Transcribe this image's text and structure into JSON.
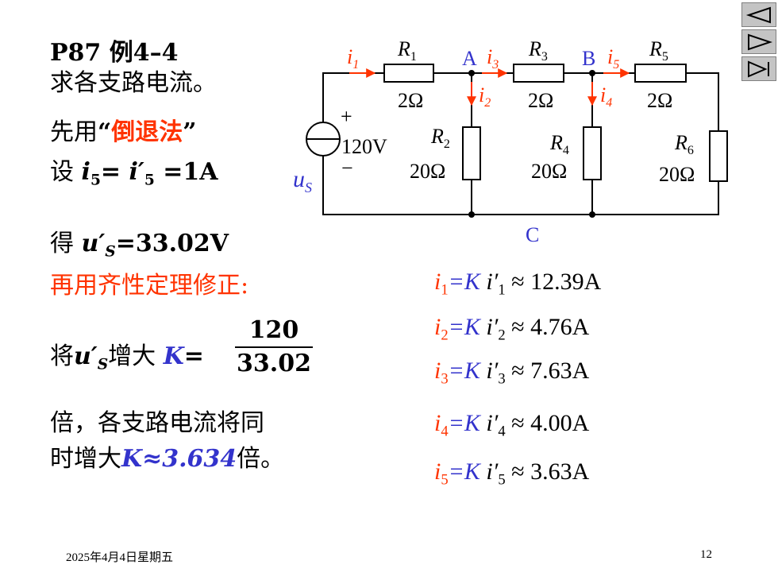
{
  "problem": {
    "title_ref": "P87 例4–4",
    "task": "求各支路电流。",
    "method_prefix": "先用",
    "method_quote_open": "“",
    "method_name": "倒退法",
    "method_quote_close": "”",
    "assume_prefix": "设 ",
    "assume_i": "i",
    "assume_sub5": "5",
    "assume_eq": "= ",
    "assume_iprime": "i′",
    "assume_sub5b": "5",
    "assume_val": " =1A",
    "get_prefix": "得 ",
    "get_u": "u′",
    "get_sub": "S",
    "get_val": "=33.02V",
    "correction": "再用齐性定理修正:",
    "scale_prefix": "将",
    "scale_u": "u′",
    "scale_sub": "S",
    "scale_mid": "增大 ",
    "scale_K": "K",
    "scale_eq": "=",
    "frac_num": "120",
    "frac_den": "33.02",
    "concl_line1": "倍，各支路电流将同",
    "concl_line2_prefix": "时增大",
    "concl_K": "K≈3.634",
    "concl_suffix": "倍。"
  },
  "results": [
    {
      "sub": "1",
      "value": " ≈ 12.39A"
    },
    {
      "sub": "2",
      "value": " ≈ 4.76A"
    },
    {
      "sub": "3",
      "value": " ≈ 7.63A"
    },
    {
      "sub": "4",
      "value": " ≈ 4.00A"
    },
    {
      "sub": "5",
      "value": " ≈ 3.63A"
    }
  ],
  "result_parts": {
    "i": "i",
    "eq_K": "=K ",
    "iprime": "i′"
  },
  "circuit": {
    "source_value": "120V",
    "plus": "+",
    "minus": "−",
    "source_label": "u",
    "source_sub": "S",
    "node_a": "A",
    "node_b": "B",
    "node_c": "C",
    "R": "R",
    "r1_sub": "1",
    "r2_sub": "2",
    "r3_sub": "3",
    "r4_sub": "4",
    "r5_sub": "5",
    "r6_sub": "6",
    "r1_val": "2Ω",
    "r2_val": "20Ω",
    "r3_val": "2Ω",
    "r4_val": "20Ω",
    "r5_val": "2Ω",
    "r6_val": "20Ω",
    "i": "i",
    "i1_sub": "1",
    "i2_sub": "2",
    "i3_sub": "3",
    "i4_sub": "4",
    "i5_sub": "5"
  },
  "footer": {
    "date": "2025年4月4日星期五",
    "page": "12"
  },
  "nav": {
    "prev_icon": "prev-triangle-icon",
    "next_icon": "next-triangle-icon",
    "last_icon": "last-icon"
  },
  "colors": {
    "red": "#ff3300",
    "blue": "#3333cc",
    "nav_bg": "#c4c4c4"
  }
}
